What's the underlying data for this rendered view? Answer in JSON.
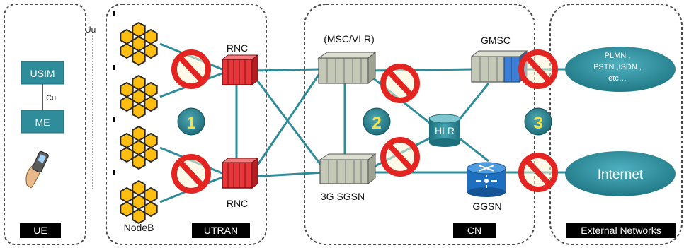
{
  "domains": {
    "ue": "UE",
    "utran": "UTRAN",
    "cn": "CN",
    "external": "External Networks"
  },
  "ue_box": {
    "usim": "USIM",
    "me": "ME",
    "cu": "Cu"
  },
  "uu_label": "Uu",
  "nodeb_label": "NodeB",
  "rnc_labels": [
    "RNC",
    "RNC"
  ],
  "core": {
    "msc": "(MSC/VLR)",
    "sgsn": "3G SGSN",
    "gmsc": "GMSC",
    "hlr": "HLR",
    "ggsn": "GGSN"
  },
  "external_networks": {
    "pstn_lines": [
      "PLMN ,",
      "PSTN ,ISDN ,",
      "etc…"
    ],
    "internet": "Internet"
  },
  "markers": [
    "1",
    "2",
    "3"
  ],
  "colors": {
    "teal": "#2f8c9a",
    "teal_light": "#7fc6d1",
    "prohibit_red": "#e32420",
    "prohibit_fill": "#ffd23a",
    "hex_fill": "#ffbe10",
    "rnc_red": "#e8373b",
    "server_grey": "#c4c8b7"
  }
}
